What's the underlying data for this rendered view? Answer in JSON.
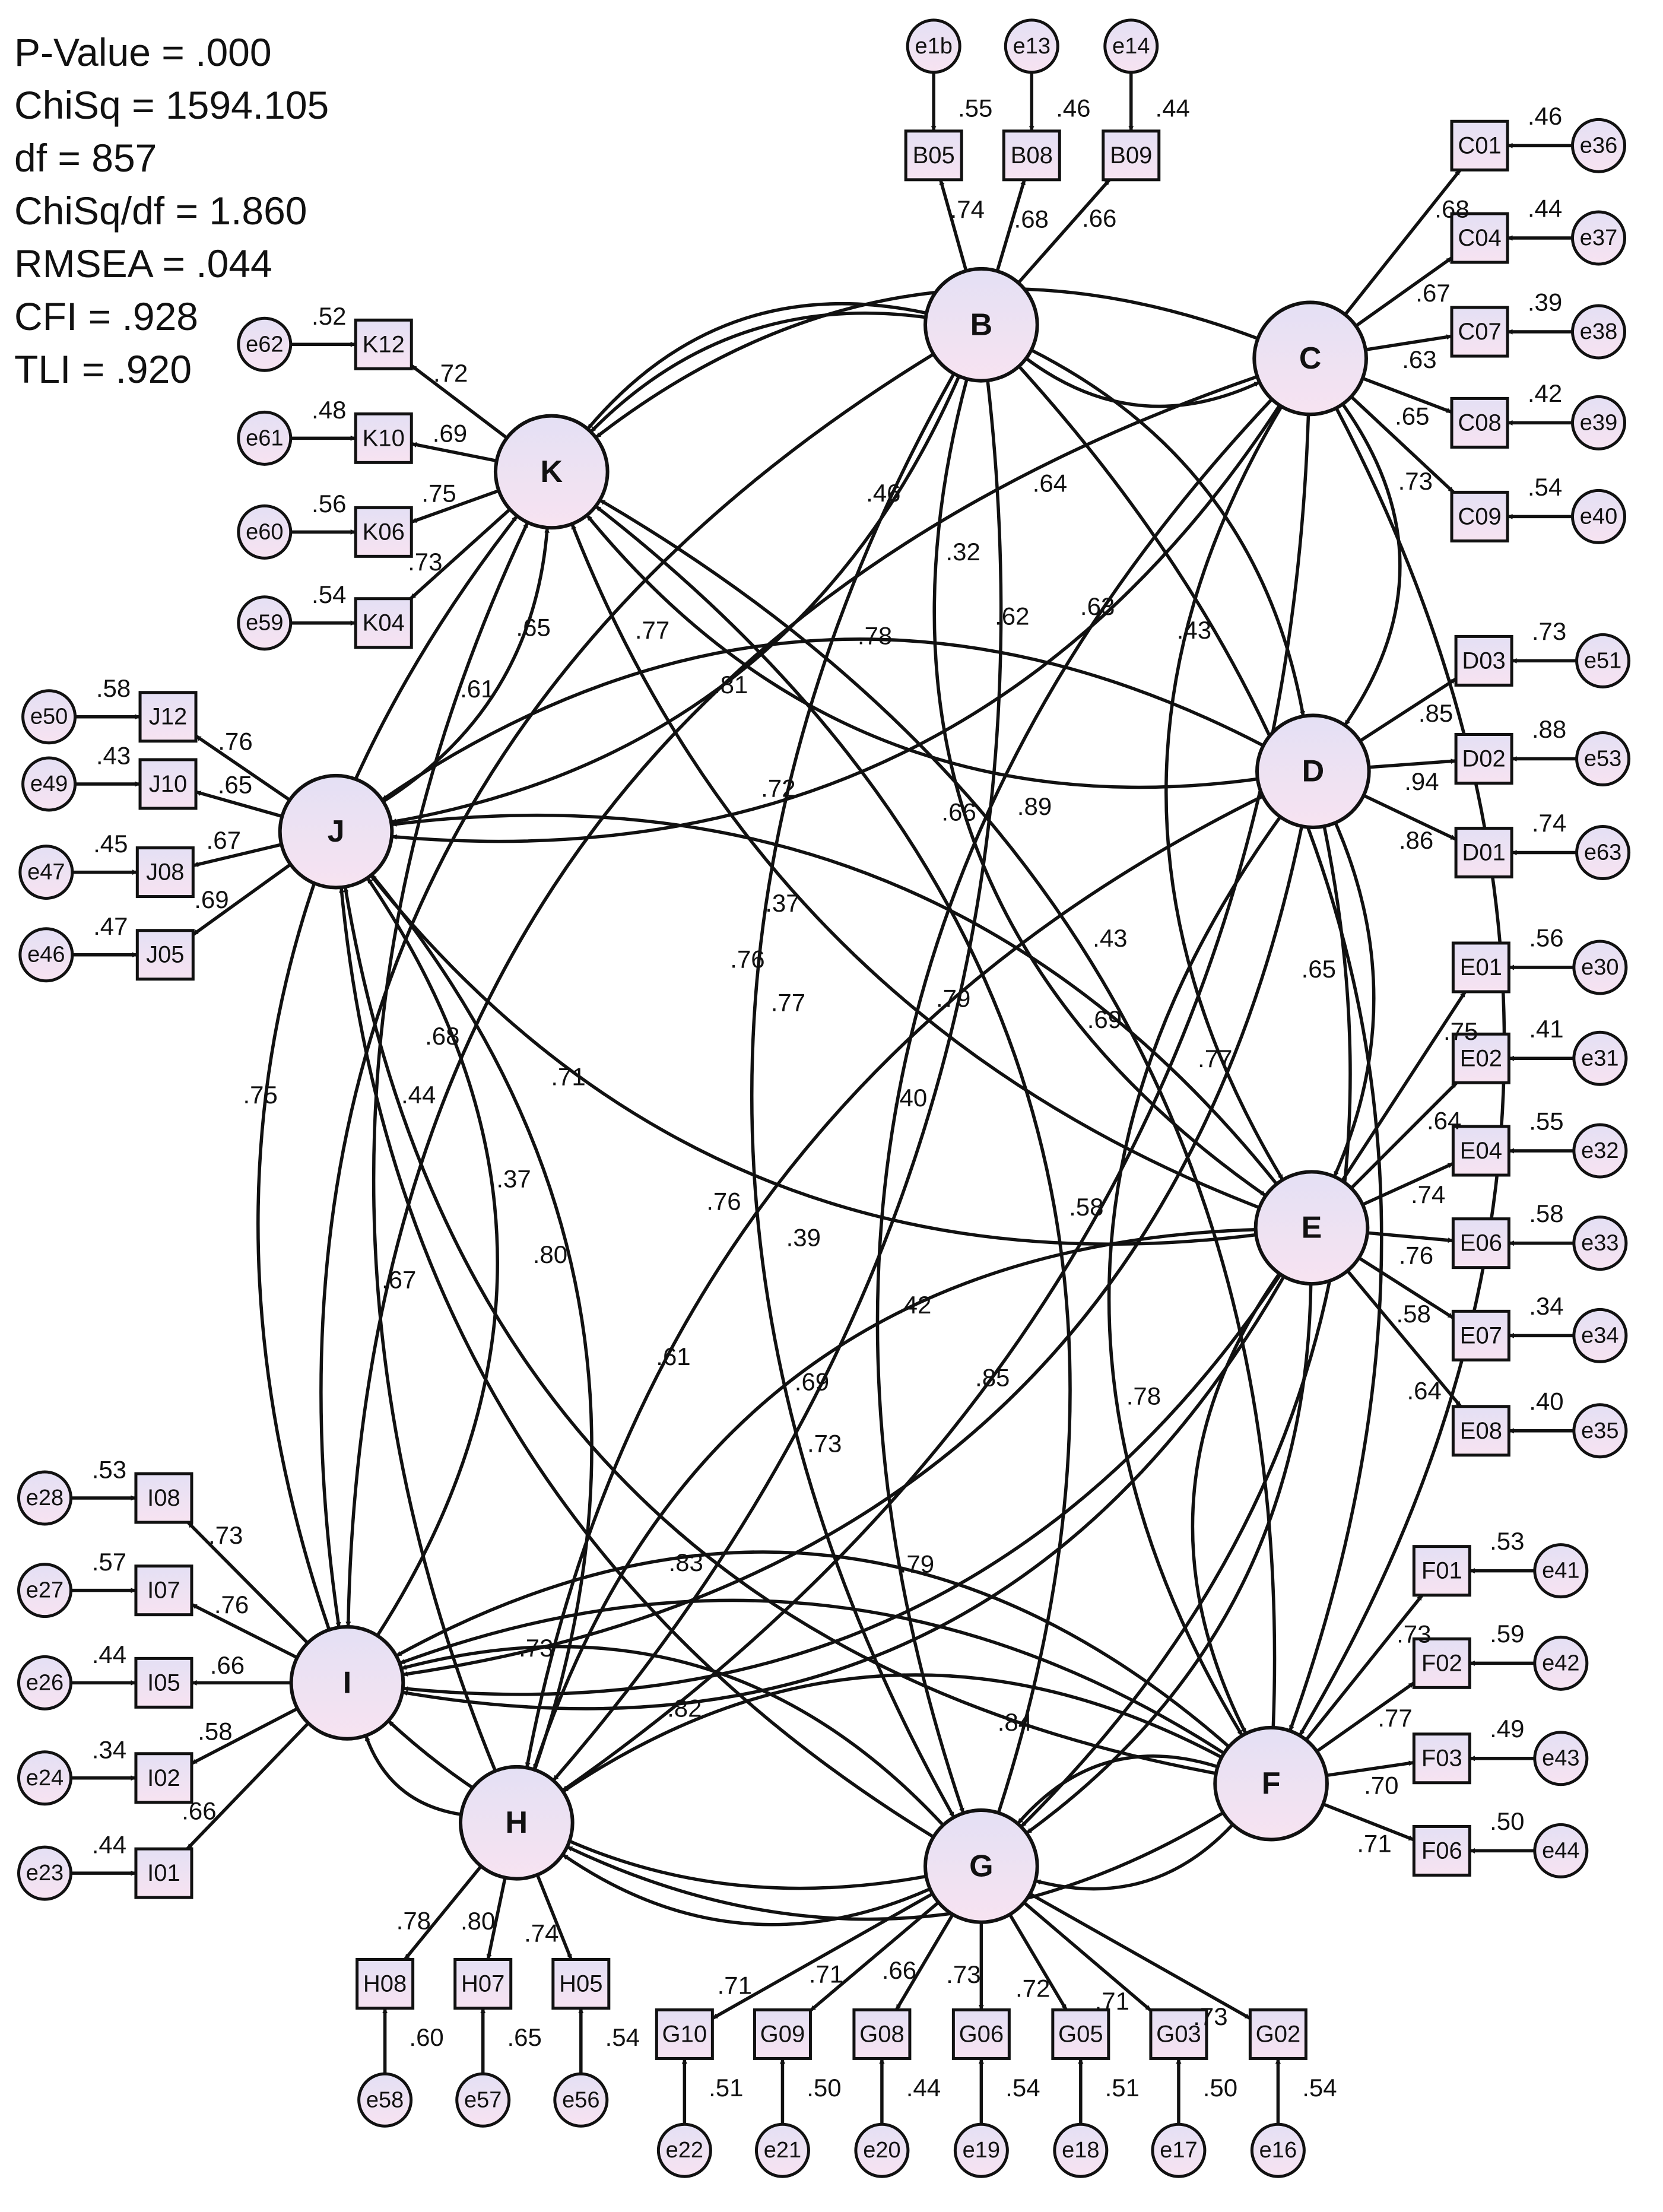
{
  "fit_stats": [
    "P-Value = .000",
    "ChiSq = 1594.105",
    "df = 857",
    "ChiSq/df = 1.860",
    "RMSEA = .044",
    "CFI = .928",
    "TLI = .920"
  ],
  "colors": {
    "stroke": "#111111",
    "fill_light": "#f7e3f1",
    "fill_dark": "#e4e0f4"
  },
  "latents": [
    "B",
    "C",
    "D",
    "E",
    "F",
    "G",
    "H",
    "I",
    "J",
    "K"
  ],
  "indicators": [
    {
      "name": "B05",
      "latent": "B",
      "loading": ".74",
      "r2": ".55",
      "error": "e1b"
    },
    {
      "name": "B08",
      "latent": "B",
      "loading": ".68",
      "r2": ".46",
      "error": "e13"
    },
    {
      "name": "B09",
      "latent": "B",
      "loading": ".66",
      "r2": ".44",
      "error": "e14"
    },
    {
      "name": "C01",
      "latent": "C",
      "loading": ".68",
      "r2": ".46",
      "error": "e36"
    },
    {
      "name": "C04",
      "latent": "C",
      "loading": ".67",
      "r2": ".44",
      "error": "e37"
    },
    {
      "name": "C07",
      "latent": "C",
      "loading": ".63",
      "r2": ".39",
      "error": "e38"
    },
    {
      "name": "C08",
      "latent": "C",
      "loading": ".65",
      "r2": ".42",
      "error": "e39"
    },
    {
      "name": "C09",
      "latent": "C",
      "loading": ".73",
      "r2": ".54",
      "error": "e40"
    },
    {
      "name": "D03",
      "latent": "D",
      "loading": ".85",
      "r2": ".73",
      "error": "e51"
    },
    {
      "name": "D02",
      "latent": "D",
      "loading": ".94",
      "r2": ".88",
      "error": "e53"
    },
    {
      "name": "D01",
      "latent": "D",
      "loading": ".86",
      "r2": ".74",
      "error": "e63"
    },
    {
      "name": "E01",
      "latent": "E",
      "loading": ".75",
      "r2": ".56",
      "error": "e30"
    },
    {
      "name": "E02",
      "latent": "E",
      "loading": ".64",
      "r2": ".41",
      "error": "e31"
    },
    {
      "name": "E04",
      "latent": "E",
      "loading": ".74",
      "r2": ".55",
      "error": "e32"
    },
    {
      "name": "E06",
      "latent": "E",
      "loading": ".76",
      "r2": ".58",
      "error": "e33"
    },
    {
      "name": "E07",
      "latent": "E",
      "loading": ".58",
      "r2": ".34",
      "error": "e34"
    },
    {
      "name": "E08",
      "latent": "E",
      "loading": ".64",
      "r2": ".40",
      "error": "e35"
    },
    {
      "name": "F01",
      "latent": "F",
      "loading": ".73",
      "r2": ".53",
      "error": "e41"
    },
    {
      "name": "F02",
      "latent": "F",
      "loading": ".77",
      "r2": ".59",
      "error": "e42"
    },
    {
      "name": "F03",
      "latent": "F",
      "loading": ".70",
      "r2": ".49",
      "error": "e43"
    },
    {
      "name": "F06",
      "latent": "F",
      "loading": ".71",
      "r2": ".50",
      "error": "e44"
    },
    {
      "name": "G10",
      "latent": "G",
      "loading": ".71",
      "r2": ".51",
      "error": "e22"
    },
    {
      "name": "G09",
      "latent": "G",
      "loading": ".71",
      "r2": ".50",
      "error": "e21"
    },
    {
      "name": "G08",
      "latent": "G",
      "loading": ".66",
      "r2": ".44",
      "error": "e20"
    },
    {
      "name": "G06",
      "latent": "G",
      "loading": ".73",
      "r2": ".54",
      "error": "e19"
    },
    {
      "name": "G05",
      "latent": "G",
      "loading": ".72",
      "r2": ".51",
      "error": "e18"
    },
    {
      "name": "G03",
      "latent": "G",
      "loading": ".71",
      "r2": ".50",
      "error": "e17"
    },
    {
      "name": "G02",
      "latent": "G",
      "loading": ".73",
      "r2": ".54",
      "error": "e16"
    },
    {
      "name": "H08",
      "latent": "H",
      "loading": ".78",
      "r2": ".60",
      "error": "e58"
    },
    {
      "name": "H07",
      "latent": "H",
      "loading": ".80",
      "r2": ".65",
      "error": "e57"
    },
    {
      "name": "H05",
      "latent": "H",
      "loading": ".74",
      "r2": ".54",
      "error": "e56"
    },
    {
      "name": "I08",
      "latent": "I",
      "loading": ".73",
      "r2": ".53",
      "error": "e28"
    },
    {
      "name": "I07",
      "latent": "I",
      "loading": ".76",
      "r2": ".57",
      "error": "e27"
    },
    {
      "name": "I05",
      "latent": "I",
      "loading": ".66",
      "r2": ".44",
      "error": "e26"
    },
    {
      "name": "I02",
      "latent": "I",
      "loading": ".58",
      "r2": ".34",
      "error": "e24"
    },
    {
      "name": "I01",
      "latent": "I",
      "loading": ".66",
      "r2": ".44",
      "error": "e23"
    },
    {
      "name": "J12",
      "latent": "J",
      "loading": ".76",
      "r2": ".58",
      "error": "e50"
    },
    {
      "name": "J10",
      "latent": "J",
      "loading": ".65",
      "r2": ".43",
      "error": "e49"
    },
    {
      "name": "J08",
      "latent": "J",
      "loading": ".67",
      "r2": ".45",
      "error": "e47"
    },
    {
      "name": "J05",
      "latent": "J",
      "loading": ".69",
      "r2": ".47",
      "error": "e46"
    },
    {
      "name": "K12",
      "latent": "K",
      "loading": ".72",
      "r2": ".52",
      "error": "e62"
    },
    {
      "name": "K10",
      "latent": "K",
      "loading": ".69",
      "r2": ".48",
      "error": "e61"
    },
    {
      "name": "K06",
      "latent": "K",
      "loading": ".75",
      "r2": ".56",
      "error": "e60"
    },
    {
      "name": "K04",
      "latent": "K",
      "loading": ".73",
      "r2": ".54",
      "error": "e59"
    }
  ],
  "correlations": [
    {
      "a": "B",
      "b": "C",
      "value": ""
    },
    {
      "a": "B",
      "b": "D",
      "value": ".43"
    },
    {
      "a": "B",
      "b": "E",
      "value": ""
    },
    {
      "a": "B",
      "b": "F",
      "value": ".89"
    },
    {
      "a": "B",
      "b": "G",
      "value": ".32"
    },
    {
      "a": "B",
      "b": "H",
      "value": ".46"
    },
    {
      "a": "B",
      "b": "I",
      "value": ".81"
    },
    {
      "a": "B",
      "b": "J",
      "value": ".61"
    },
    {
      "a": "B",
      "b": "K",
      "value": ""
    },
    {
      "a": "C",
      "b": "D",
      "value": ""
    },
    {
      "a": "C",
      "b": "E",
      "value": ".63"
    },
    {
      "a": "C",
      "b": "F",
      "value": ".62"
    },
    {
      "a": "C",
      "b": "G",
      "value": ".64"
    },
    {
      "a": "C",
      "b": "H",
      "value": ".77"
    },
    {
      "a": "C",
      "b": "I",
      "value": ".72"
    },
    {
      "a": "C",
      "b": "J",
      "value": ""
    },
    {
      "a": "C",
      "b": "K",
      "value": ""
    },
    {
      "a": "D",
      "b": "E",
      "value": ".65"
    },
    {
      "a": "D",
      "b": "F",
      "value": ".77"
    },
    {
      "a": "D",
      "b": "G",
      "value": ".43"
    },
    {
      "a": "D",
      "b": "H",
      "value": ".76"
    },
    {
      "a": "D",
      "b": "I",
      "value": ".71"
    },
    {
      "a": "D",
      "b": "J",
      "value": ".37"
    },
    {
      "a": "D",
      "b": "K",
      "value": ".66"
    },
    {
      "a": "E",
      "b": "F",
      "value": ""
    },
    {
      "a": "E",
      "b": "G",
      "value": ".58"
    },
    {
      "a": "E",
      "b": "H",
      "value": ".42"
    },
    {
      "a": "E",
      "b": "I",
      "value": ".40"
    },
    {
      "a": "E",
      "b": "J",
      "value": ".76"
    },
    {
      "a": "E",
      "b": "K",
      "value": ".78"
    },
    {
      "a": "F",
      "b": "G",
      "value": ""
    },
    {
      "a": "F",
      "b": "H",
      "value": ".85"
    },
    {
      "a": "F",
      "b": "I",
      "value": ".79"
    },
    {
      "a": "F",
      "b": "J",
      "value": ".79"
    },
    {
      "a": "F",
      "b": "K",
      "value": ".69"
    },
    {
      "a": "G",
      "b": "H",
      "value": ".78"
    },
    {
      "a": "G",
      "b": "I",
      "value": ".73"
    },
    {
      "a": "G",
      "b": "J",
      "value": ".69"
    },
    {
      "a": "G",
      "b": "K",
      "value": ".61"
    },
    {
      "a": "H",
      "b": "I",
      "value": ".82"
    },
    {
      "a": "H",
      "b": "J",
      "value": ".44"
    },
    {
      "a": "H",
      "b": "K",
      "value": ".39"
    },
    {
      "a": "I",
      "b": "J",
      "value": ".75"
    },
    {
      "a": "I",
      "b": "K",
      "value": ".68"
    },
    {
      "a": "J",
      "b": "K",
      "value": ".65"
    },
    {
      "a": "E",
      "b": "I",
      "value": ".80"
    },
    {
      "a": "B",
      "b": "K",
      "value": ".77"
    },
    {
      "a": "E",
      "b": "J",
      "value": ".67"
    },
    {
      "a": "F",
      "b": "H",
      "value": ".37"
    },
    {
      "a": "G",
      "b": "I",
      "value": ".83"
    },
    {
      "a": "F",
      "b": "I",
      "value": ".84"
    },
    {
      "a": "F",
      "b": "G",
      "value": ".73"
    }
  ]
}
